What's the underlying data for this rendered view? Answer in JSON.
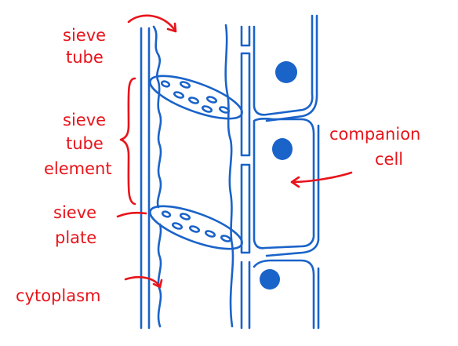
{
  "labels": {
    "sieve_tube": [
      "sieve",
      "tube"
    ],
    "sieve_tube_element": [
      "sieve",
      "tube",
      "element"
    ],
    "sieve_plate": [
      "sieve",
      "plate"
    ],
    "cytoplasm": "cytoplasm",
    "companion_cell": [
      "companion",
      "cell"
    ]
  },
  "colors": {
    "structure": "#1a63c9",
    "annotation": "#e8141b",
    "background": "#ffffff"
  }
}
